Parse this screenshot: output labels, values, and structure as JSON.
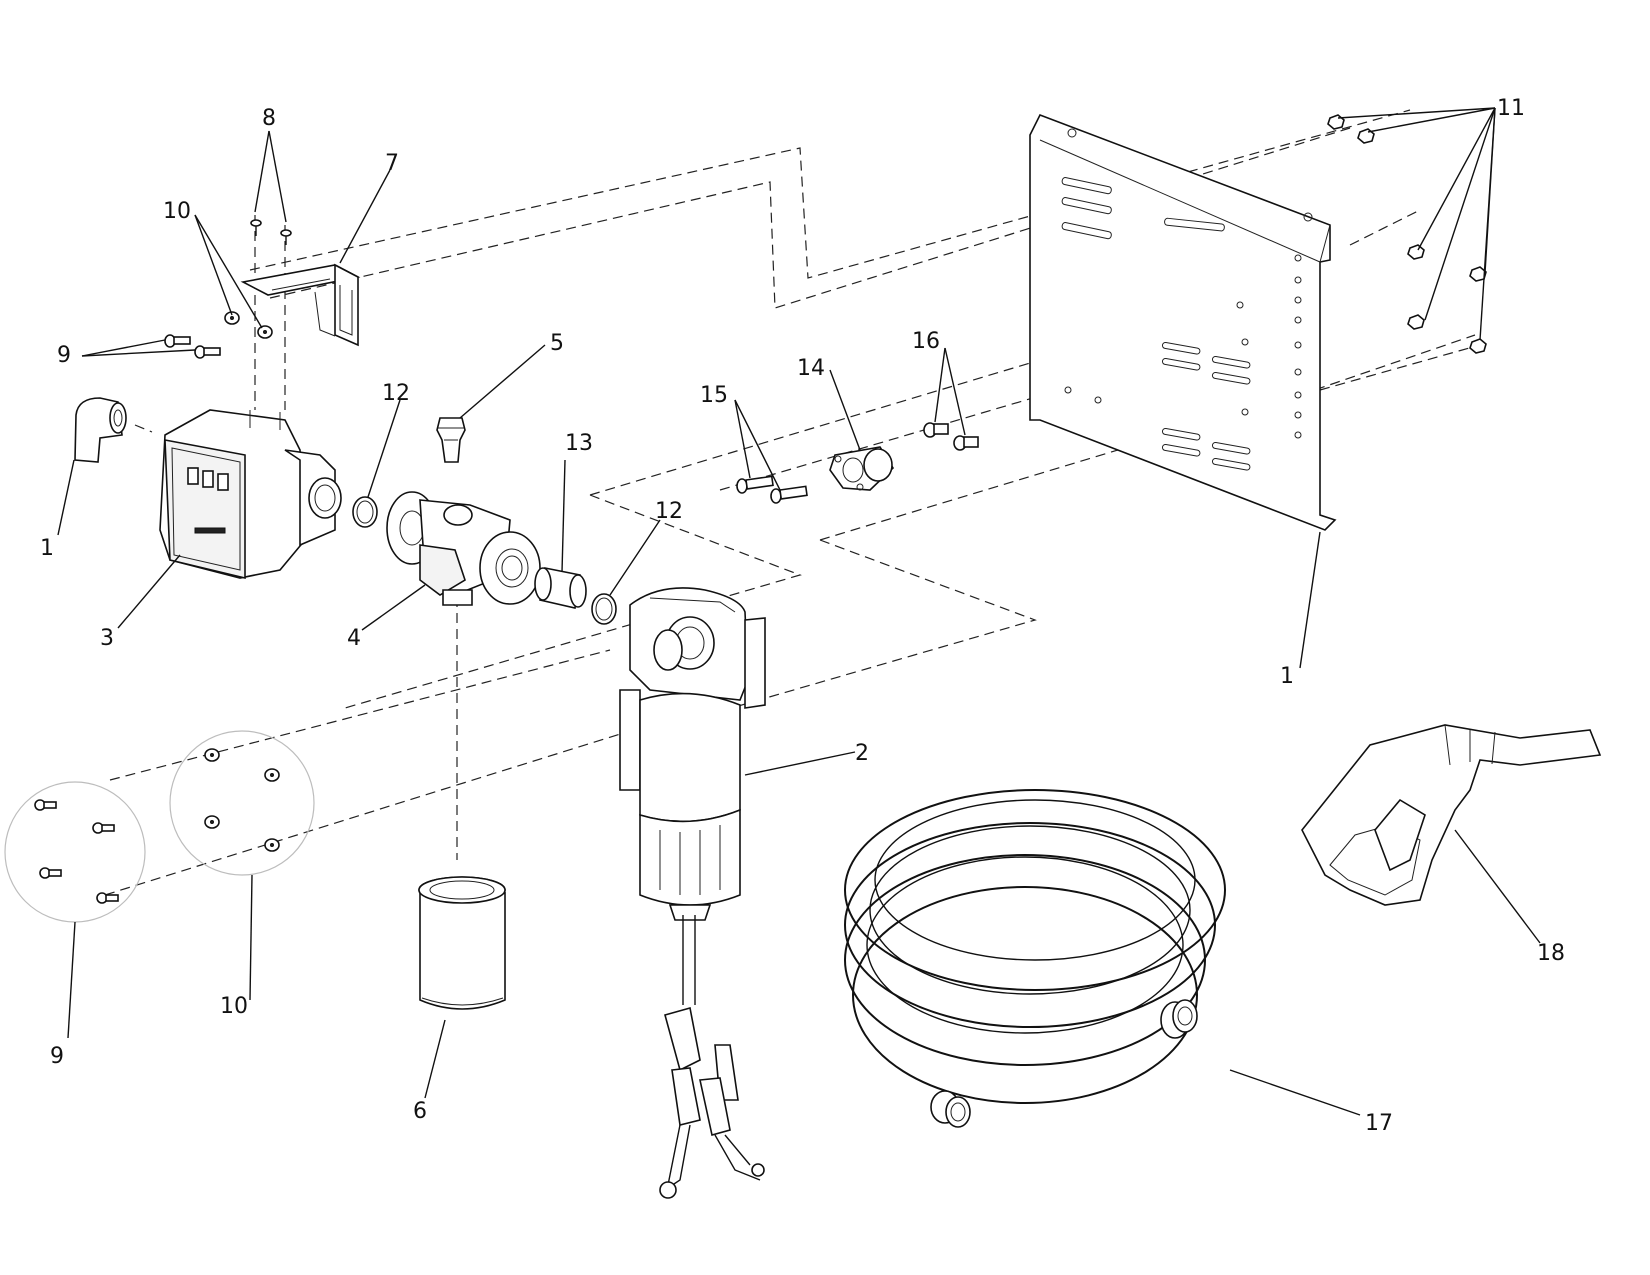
{
  "callouts": {
    "c1a": "1",
    "c1b": "1",
    "c2": "2",
    "c3": "3",
    "c4": "4",
    "c5": "5",
    "c6": "6",
    "c7": "7",
    "c8": "8",
    "c9a": "9",
    "c9b": "9",
    "c10a": "10",
    "c10b": "10",
    "c11": "11",
    "c12a": "12",
    "c12b": "12",
    "c13": "13",
    "c14": "14",
    "c15": "15",
    "c16": "16",
    "c17": "17",
    "c18": "18"
  }
}
